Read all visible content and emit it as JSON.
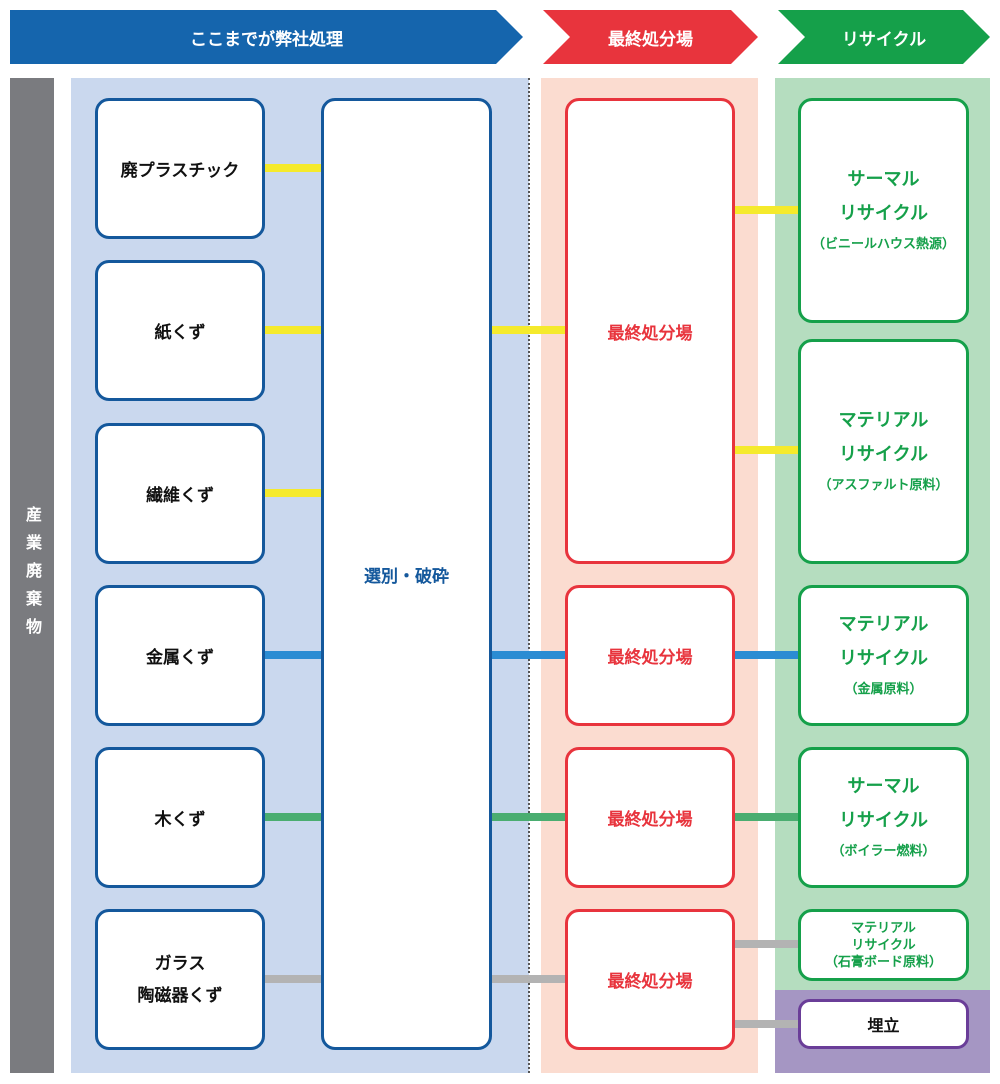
{
  "header": {
    "in_house": "ここまでが弊社処理",
    "landfill": "最終処分場",
    "recycle": "リサイクル"
  },
  "side_label": "産業廃棄物",
  "waste": [
    {
      "label": "廃プラスチック"
    },
    {
      "label": "紙くず"
    },
    {
      "label": "繊維くず"
    },
    {
      "label": "金属くず"
    },
    {
      "label": "木くず"
    },
    {
      "label": "ガラス",
      "label2": "陶磁器くず"
    }
  ],
  "process": {
    "label": "選別・破砕"
  },
  "final_disposal": [
    {
      "label": "最終処分場"
    },
    {
      "label": "最終処分場"
    },
    {
      "label": "最終処分場"
    },
    {
      "label": "最終処分場"
    }
  ],
  "recycle_boxes": [
    {
      "line1": "サーマル",
      "line2": "リサイクル",
      "line3": "（ビニールハウス熱源）"
    },
    {
      "line1": "マテリアル",
      "line2": "リサイクル",
      "line3": "（アスファルト原料）"
    },
    {
      "line1": "マテリアル",
      "line2": "リサイクル",
      "line3": "（金属原料）"
    },
    {
      "line1": "サーマル",
      "line2": "リサイクル",
      "line3": "（ボイラー燃料）"
    },
    {
      "line1": "マテリアル",
      "line2": "リサイクル",
      "line3": "（石膏ボード原料）"
    }
  ],
  "landfill_box": {
    "label": "埋立"
  },
  "colors": {
    "blue": "#1565ad",
    "red": "#e8343d",
    "green": "#15a04a",
    "purple": "#6a3d98",
    "yellow_line": "#f5ea2c",
    "blue_line": "#2b8cd3",
    "green_line": "#4aad70",
    "gray_line": "#b3b3b3"
  }
}
